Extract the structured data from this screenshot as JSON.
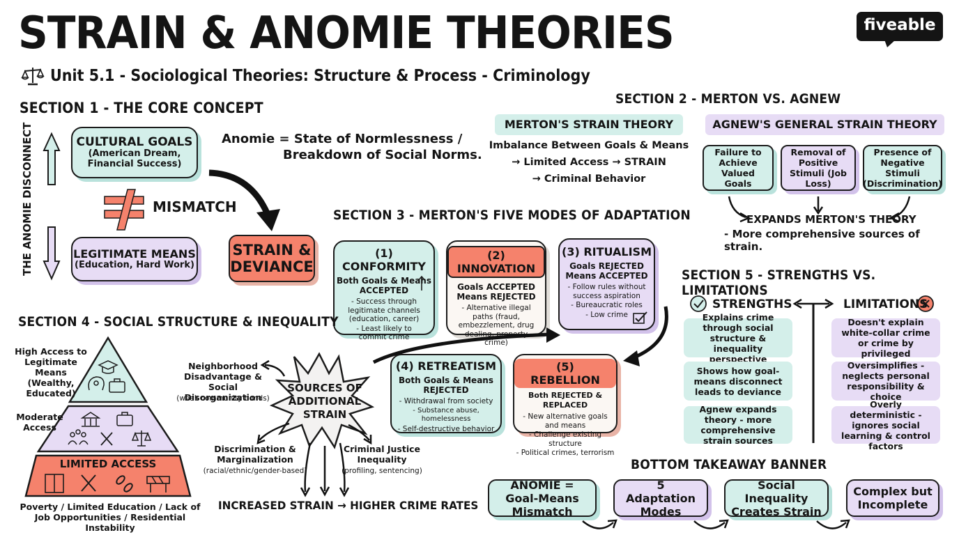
{
  "title": "STRAIN & ANOMIE THEORIES",
  "subtitle": "Unit 5.1 - Sociological Theories: Structure & Process - Criminology",
  "brand": "fiveable",
  "colors": {
    "teal": "#d4efea",
    "lavender": "#e7dcf5",
    "coral": "#f5826c",
    "ink": "#141414"
  },
  "section1": {
    "heading": "SECTION 1 - THE CORE CONCEPT",
    "vertical_label": "THE ANOMIE DISCONNECT",
    "goals": {
      "title": "CULTURAL GOALS",
      "detail": "(American Dream, Financial Success)"
    },
    "means": {
      "title": "LEGITIMATE MEANS",
      "detail": "(Education, Hard Work)"
    },
    "mismatch": "MISMATCH",
    "anomie_line1": "Anomie = State of Normlessness /",
    "anomie_line2": "Breakdown of Social Norms.",
    "result_line1": "STRAIN &",
    "result_line2": "DEVIANCE"
  },
  "section2": {
    "heading": "SECTION 2 - MERTON VS. AGNEW",
    "merton": {
      "title": "MERTON'S STRAIN THEORY",
      "line1": "Imbalance Between Goals & Means",
      "line2": "→ Limited Access → STRAIN",
      "line3": "→ Criminal Behavior"
    },
    "agnew": {
      "title": "AGNEW'S GENERAL STRAIN THEORY",
      "boxes": [
        {
          "text": "Failure to Achieve Valued Goals"
        },
        {
          "text": "Removal of Positive Stimuli (Job Loss)"
        },
        {
          "text": "Presence of Negative Stimuli (Discrimination)"
        }
      ],
      "expands": "EXPANDS MERTON'S THEORY",
      "expands_detail": "- More comprehensive sources of strain."
    }
  },
  "section3": {
    "heading": "SECTION 3 - MERTON'S FIVE MODES OF ADAPTATION",
    "modes": [
      {
        "title": "(1) CONFORMITY",
        "sub1": "Both Goals & Means",
        "sub2": "ACCEPTED",
        "body": [
          "- Success through legitimate channels (education, career)",
          "- Least likely to commit crime"
        ]
      },
      {
        "title": "(2) INNOVATION",
        "sub1": "Goals ACCEPTED",
        "sub2": "Means REJECTED",
        "body": [
          "- Alternative illegal paths (fraud, embezzlement, drug dealing, property crime)"
        ]
      },
      {
        "title": "(3) RITUALISM",
        "sub1": "Goals REJECTED",
        "sub2": "Means ACCEPTED",
        "body": [
          "- Follow rules without success aspiration",
          "- Bureaucratic roles",
          "- Low crime"
        ]
      },
      {
        "title": "(4) RETREATISM",
        "sub1": "Both Goals & Means",
        "sub2": "REJECTED",
        "body": [
          "- Withdrawal from society",
          "- Substance abuse, homelessness",
          "- Self-destructive behavior"
        ]
      },
      {
        "title": "(5) REBELLION",
        "sub1": "Both REJECTED & REPLACED",
        "sub2": "",
        "body": [
          "- New alternative goals and means",
          "- Challenge existing structure",
          "- Political crimes, terrorism"
        ]
      }
    ]
  },
  "section4": {
    "heading": "SECTION 4 - SOCIAL STRUCTURE & INEQUALITY",
    "high_access": "High Access to Legitimate Means (Wealthy, Educated)",
    "moderate_access": "Moderate Access",
    "limited_access": "LIMITED ACCESS",
    "limited_detail": "Poverty / Limited Education / Lack of Job Opportunities / Residential Instability",
    "burst": "SOURCES OF ADDITIONAL STRAIN",
    "neighborhood": "Neighborhood Disadvantage & Social Disorganization",
    "neighborhood_detail": "(weak community bonds)",
    "discrimination": "Discrimination & Marginalization",
    "discrimination_detail": "(racial/ethnic/gender-based)",
    "justice": "Criminal Justice Inequality",
    "justice_detail": "(profiling, sentencing)",
    "outcome": "INCREASED STRAIN → HIGHER CRIME RATES"
  },
  "section5": {
    "heading": "SECTION 5 - STRENGTHS VS. LIMITATIONS",
    "strengths_label": "STRENGTHS",
    "limitations_label": "LIMITATIONS",
    "strengths": [
      "Explains crime through social structure & inequality perspective",
      "Shows how goal-means disconnect leads to deviance",
      "Agnew expands theory - more comprehensive strain sources"
    ],
    "limitations": [
      "Doesn't explain white-collar crime or crime by privileged",
      "Oversimplifies - neglects personal responsibility & choice",
      "Overly deterministic - ignores social learning & control factors"
    ]
  },
  "banner": {
    "heading": "BOTTOM TAKEAWAY BANNER",
    "items": [
      "ANOMIE = Goal-Means Mismatch",
      "5 Adaptation Modes",
      "Social Inequality Creates Strain",
      "Complex but Incomplete"
    ]
  }
}
